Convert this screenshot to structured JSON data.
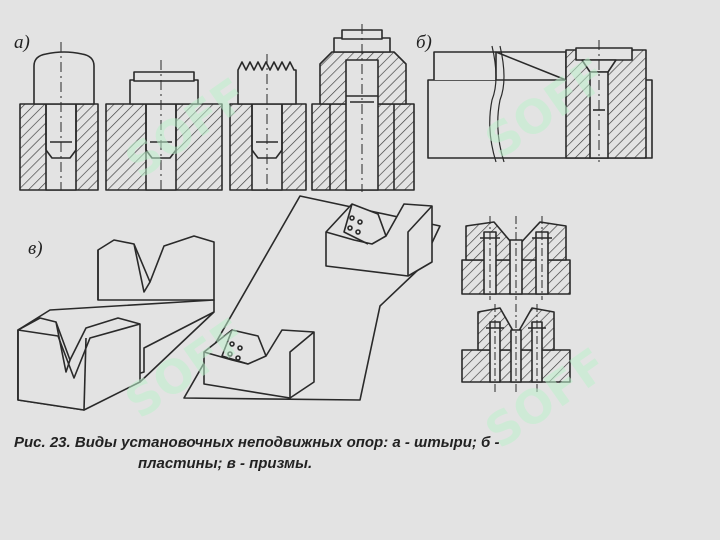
{
  "labels": {
    "a": "а)",
    "b": "б)",
    "v": "в)"
  },
  "caption": {
    "line1": "Рис. 23. Виды установочных неподвижных опор: а - штыри; б -",
    "line2": "пластины; в - призмы."
  },
  "watermark": {
    "text": "SOFF"
  },
  "colors": {
    "ink": "#2a2a2a",
    "paper": "#e3e3e3",
    "watermark": "#bdf0cc"
  }
}
